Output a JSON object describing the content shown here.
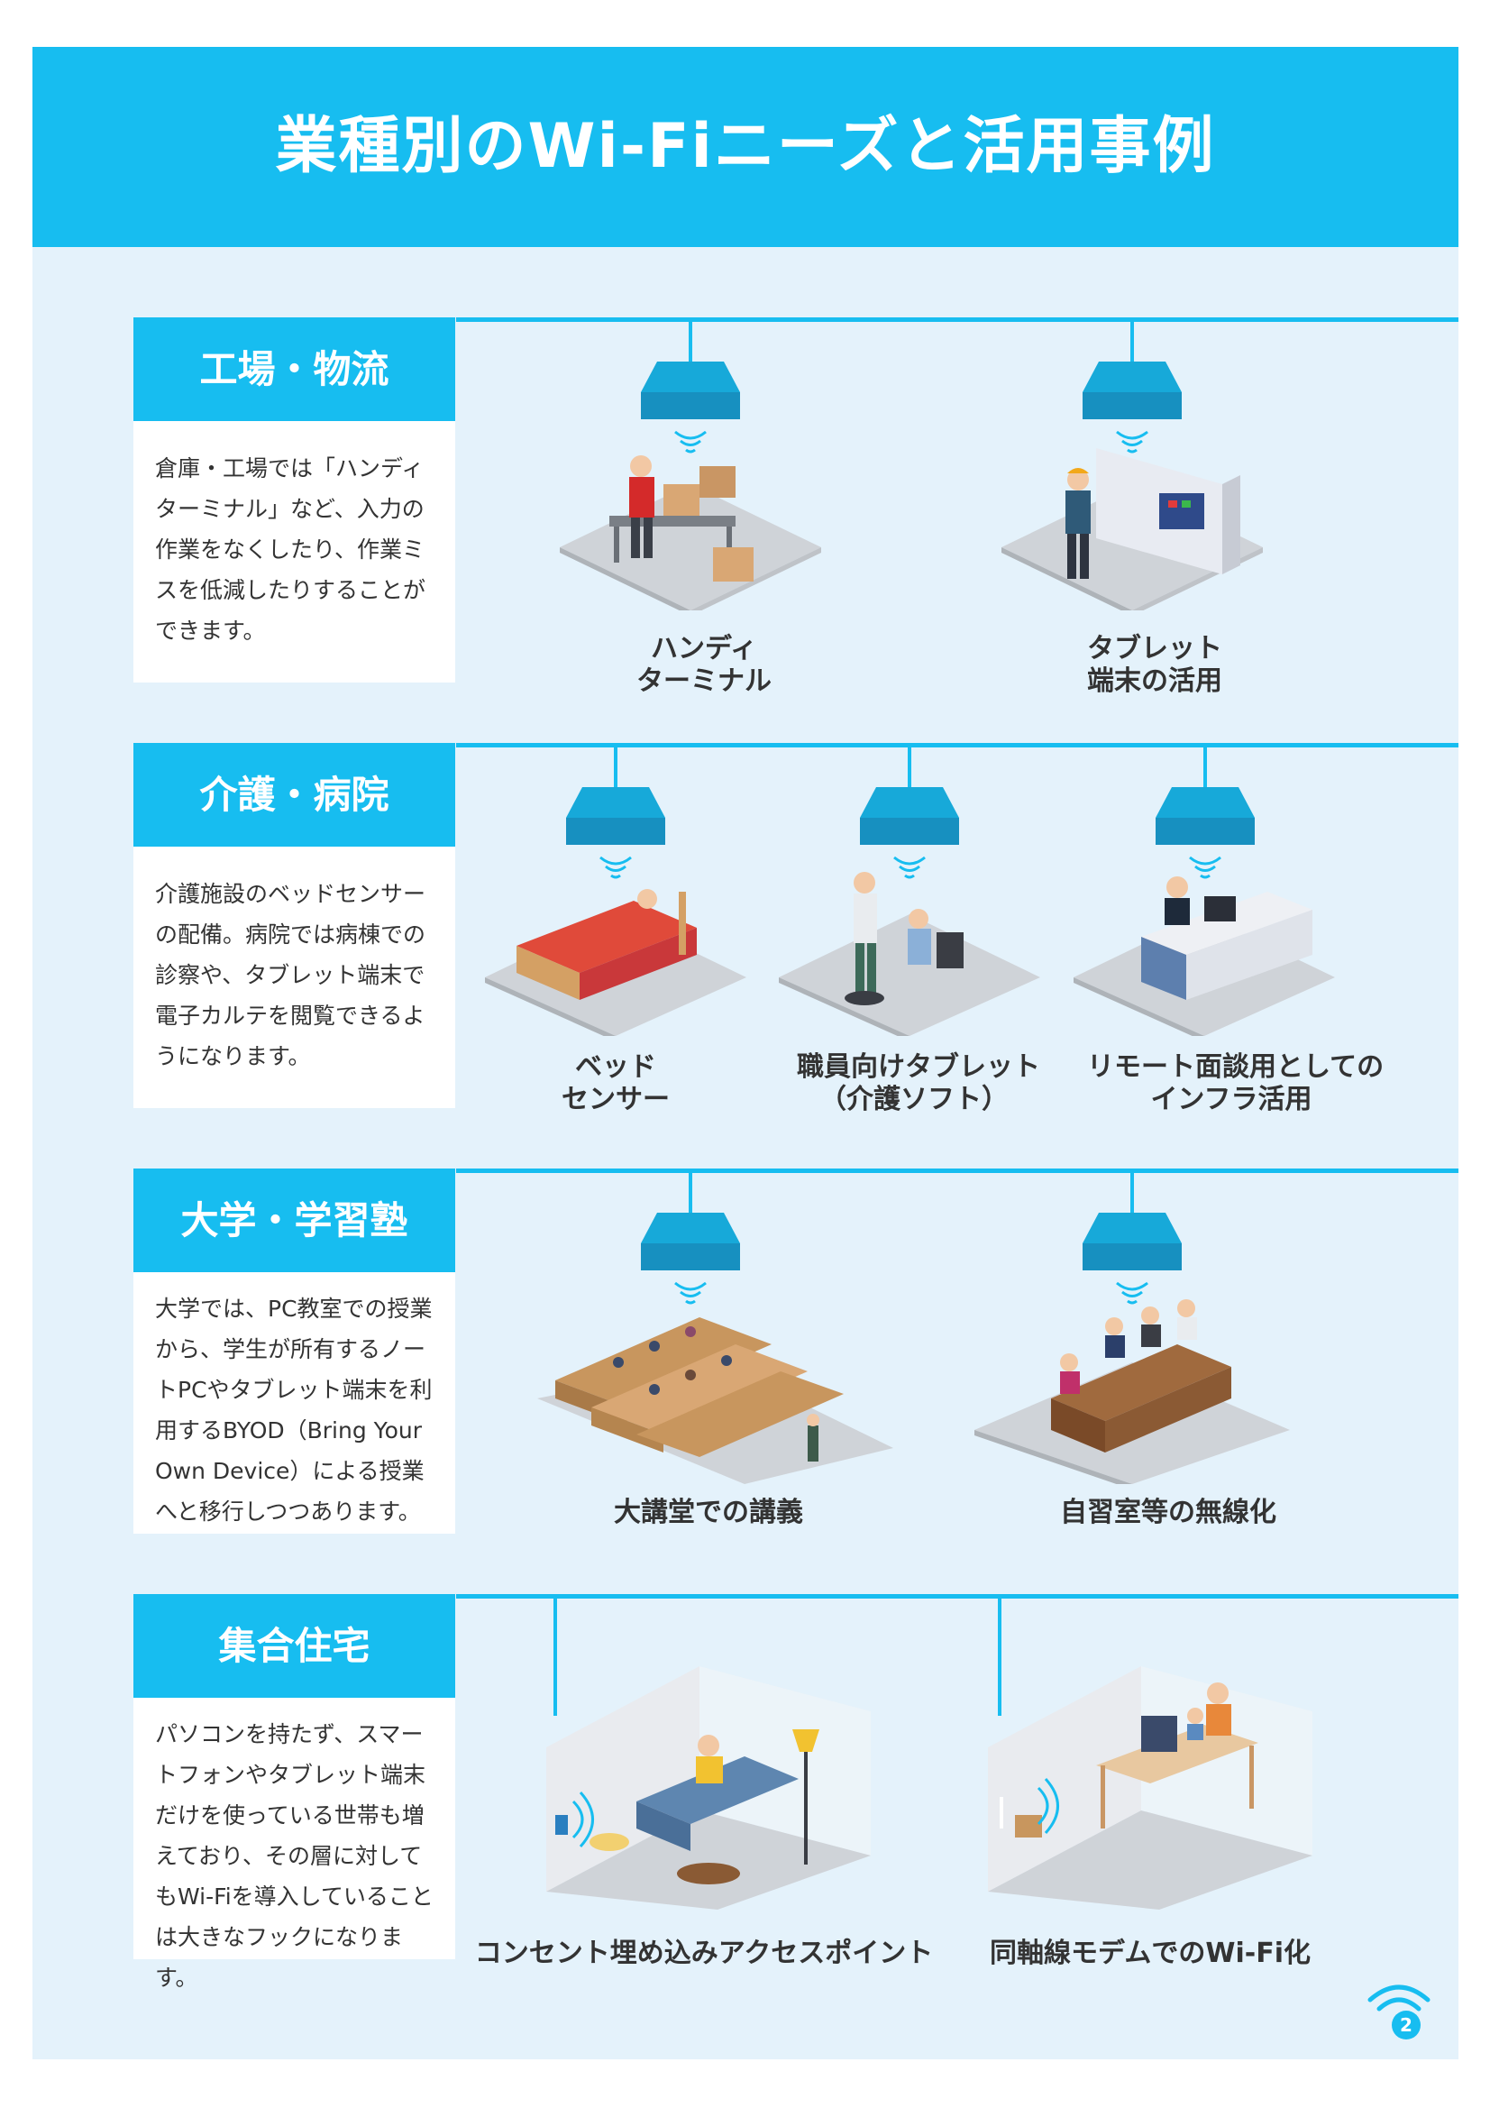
{
  "title": "業種別のWi-Fiニーズと活用事例",
  "page_number": "2",
  "colors": {
    "accent": "#17bdf0",
    "background": "#e4f2fb",
    "floor": "#d6d8dc"
  },
  "sections": [
    {
      "label": "工場・物流",
      "description": "倉庫・工場では「ハンディターミナル」など、入力の作業をなくしたり、作業ミスを低減したりすることができます。",
      "cases": [
        {
          "label_line1": "ハンディ",
          "label_line2": "ターミナル",
          "icon": "handy-terminal-scene"
        },
        {
          "label_line1": "タブレット",
          "label_line2": "端末の活用",
          "icon": "tablet-factory-scene"
        }
      ]
    },
    {
      "label": "介護・病院",
      "description": "介護施設のベッドセンサーの配備。病院では病棟での診察や、タブレット端末で電子カルテを閲覧できるようになります。",
      "cases": [
        {
          "label_line1": "ベッド",
          "label_line2": "センサー",
          "icon": "bed-sensor-scene"
        },
        {
          "label_line1": "職員向けタブレット",
          "label_line2": "（介護ソフト）",
          "icon": "staff-tablet-scene"
        },
        {
          "label_line1": "リモート面談用としての",
          "label_line2": "インフラ活用",
          "icon": "remote-interview-scene"
        }
      ]
    },
    {
      "label": "大学・学習塾",
      "description": "大学では、PC教室での授業から、学生が所有するノートPCやタブレット端末を利用するBYOD（Bring Your Own Device）による授業へと移行しつつあります。",
      "cases": [
        {
          "label_line1": "大講堂での講義",
          "label_line2": "",
          "icon": "lecture-hall-scene"
        },
        {
          "label_line1": "自習室等の無線化",
          "label_line2": "",
          "icon": "study-room-scene"
        }
      ]
    },
    {
      "label": "集合住宅",
      "description": "パソコンを持たず、スマートフォンやタブレット端末だけを使っている世帯も増えており、その層に対してもWi-Fiを導入していることは大きなフックになります。",
      "cases": [
        {
          "label_line1": "コンセント埋め込みアクセスポイント",
          "label_line2": "",
          "icon": "outlet-ap-scene"
        },
        {
          "label_line1": "同軸線モデムでのWi-Fi化",
          "label_line2": "",
          "icon": "coax-modem-scene"
        }
      ]
    }
  ]
}
